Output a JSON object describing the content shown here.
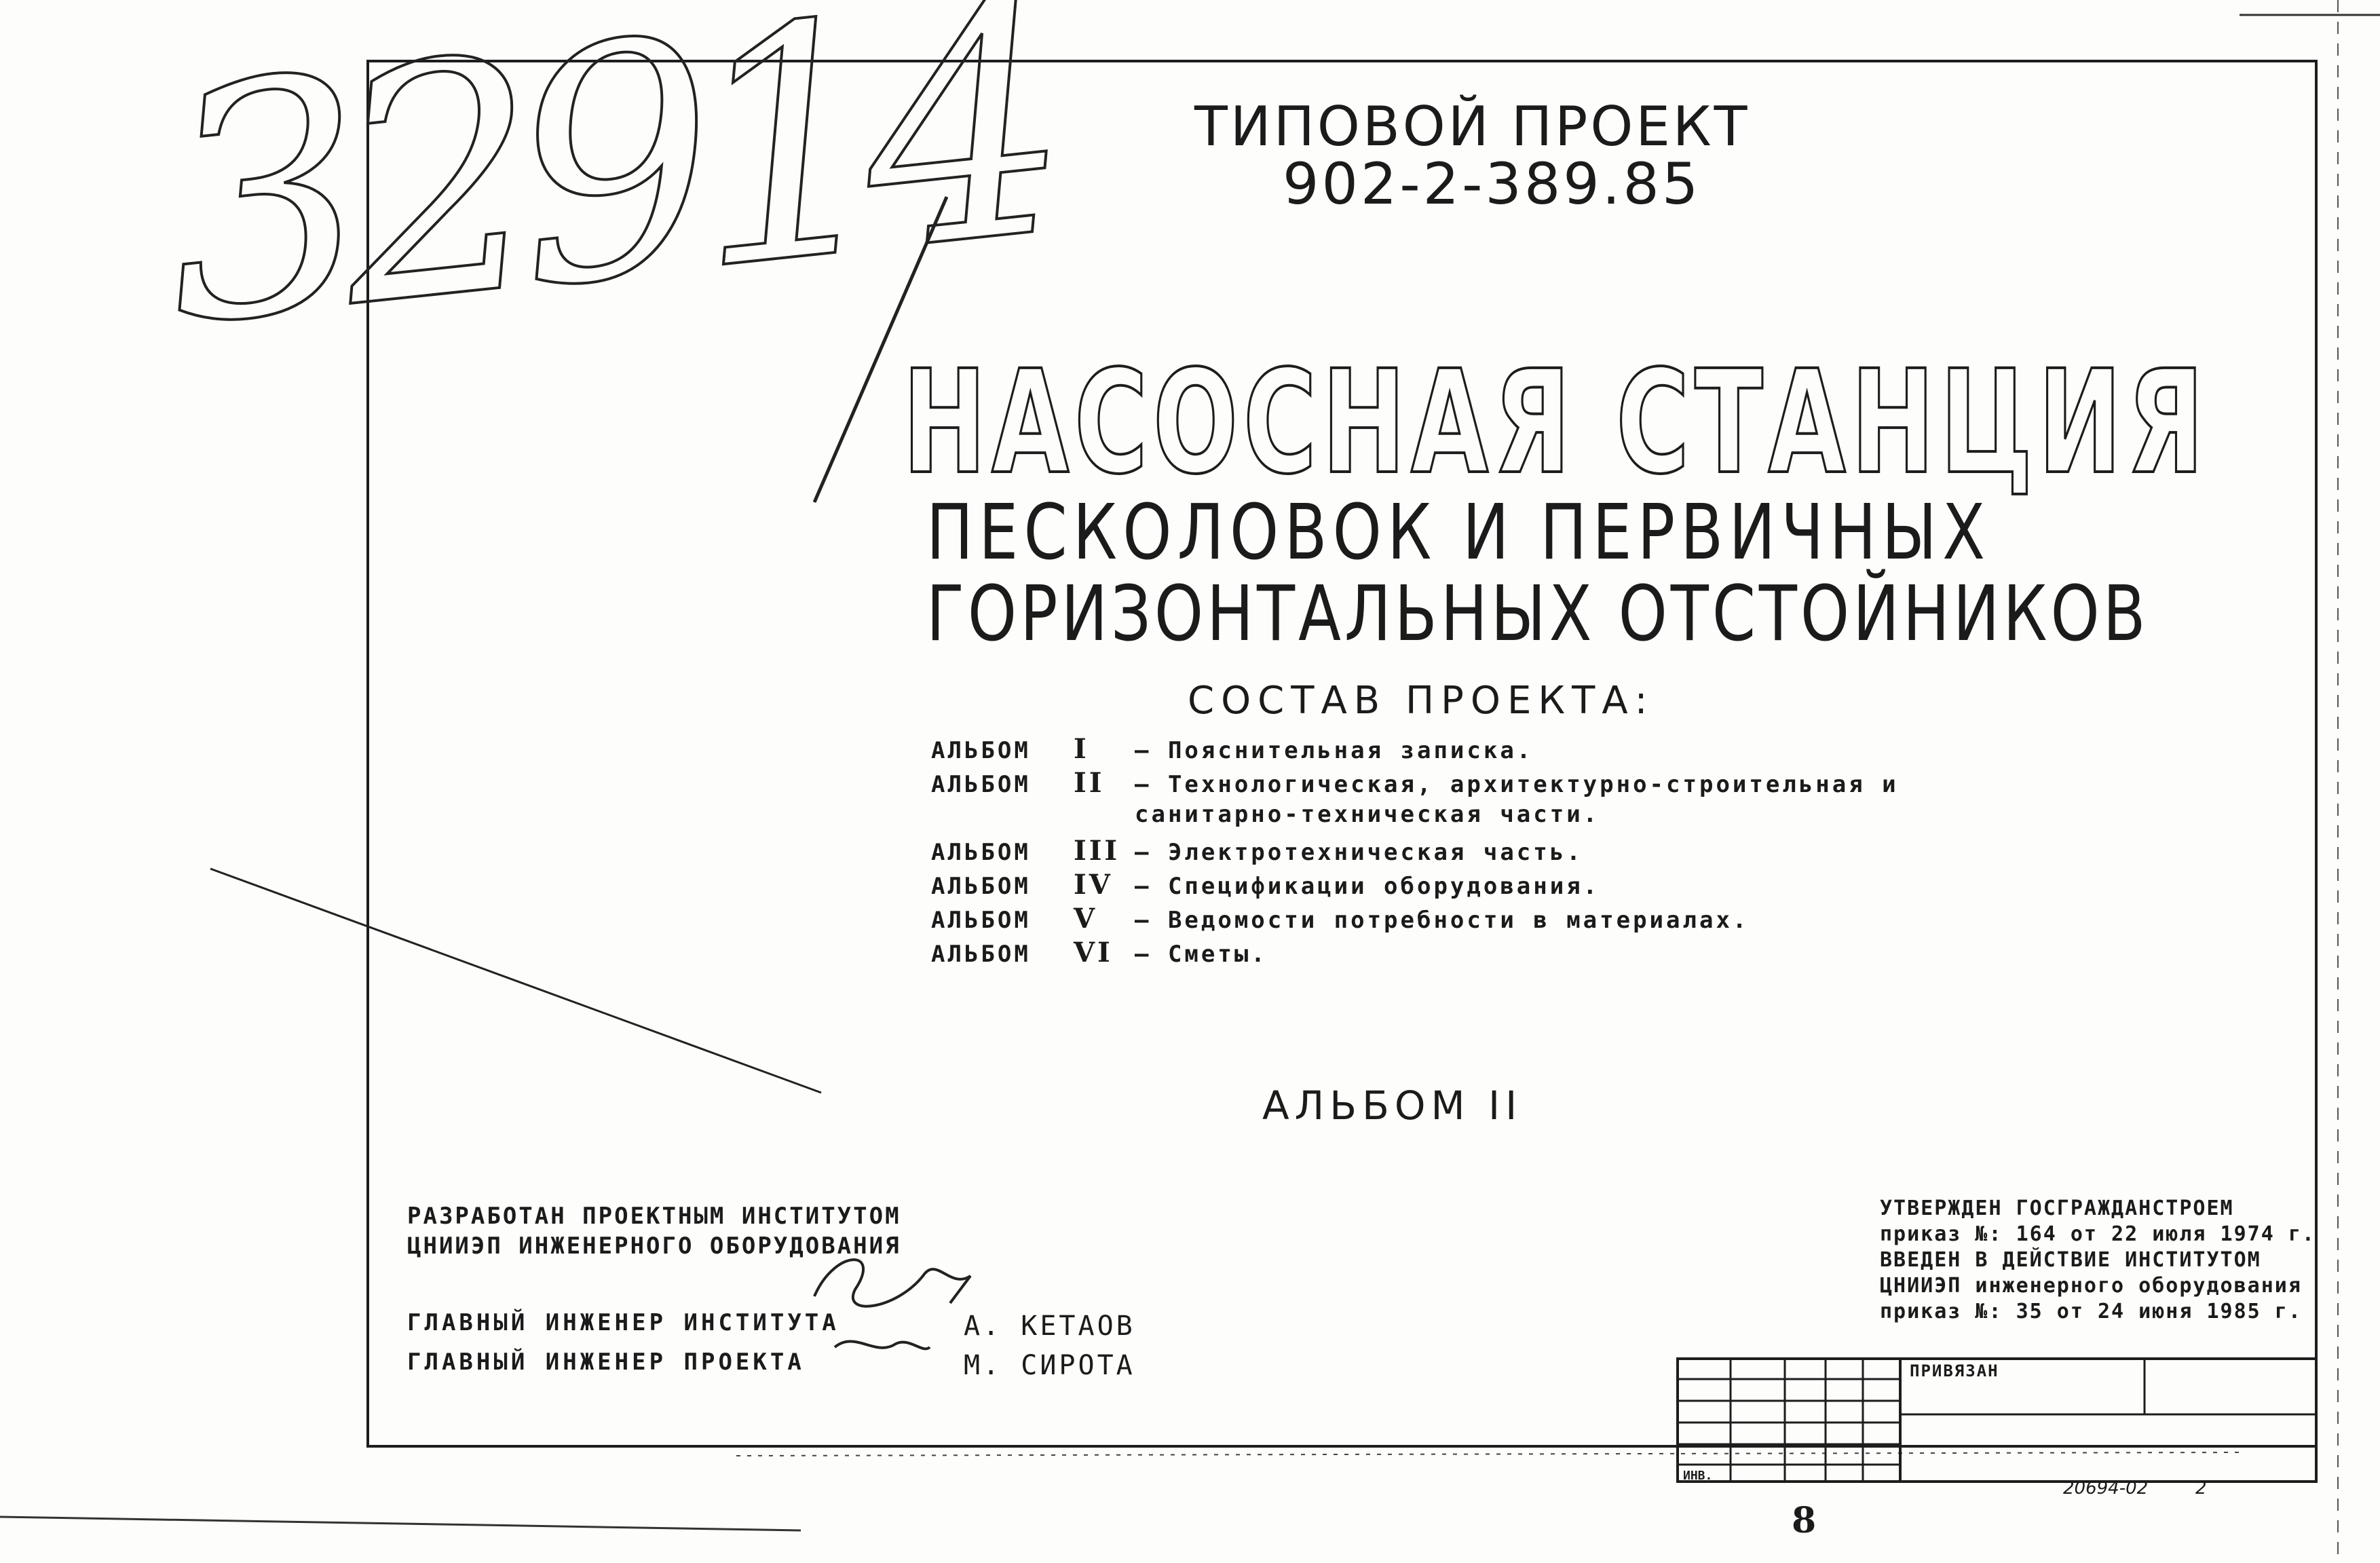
{
  "handwritten_number": "32914",
  "header": {
    "line1": "ТИПОВОЙ ПРОЕКТ",
    "line2": "902-2-389.85"
  },
  "title": "НАСОСНАЯ СТАНЦИЯ",
  "subtitle": {
    "line1": "ПЕСКОЛОВОК И ПЕРВИЧНЫХ",
    "line2": "ГОРИЗОНТАЛЬНЫХ ОТСТОЙНИКОВ"
  },
  "composition": {
    "heading": "СОСТАВ ПРОЕКТА:",
    "albums": [
      {
        "label": "АЛЬБОМ",
        "num": "I",
        "text": "– Пояснительная записка."
      },
      {
        "label": "АЛЬБОМ",
        "num": "II",
        "text": "– Технологическая, архитектурно-строительная и"
      },
      {
        "label": "",
        "num": "",
        "text": "санитарно-техническая части."
      },
      {
        "label": "АЛЬБОМ",
        "num": "III",
        "text": "– Электротехническая часть."
      },
      {
        "label": "АЛЬБОМ",
        "num": "IV",
        "text": "– Спецификации оборудования."
      },
      {
        "label": "АЛЬБОМ",
        "num": "V",
        "text": "– Ведомости потребности в материалах."
      },
      {
        "label": "АЛЬБОМ",
        "num": "VI",
        "text": "– Сметы."
      }
    ]
  },
  "current_album": "АЛЬБОМ II",
  "developer": {
    "line1": "РАЗРАБОТАН ПРОЕКТНЫМ ИНСТИТУТОМ",
    "line2": "ЦНИИЭП ИНЖЕНЕРНОГО ОБОРУДОВАНИЯ"
  },
  "chiefs": {
    "role1": "ГЛАВНЫЙ ИНЖЕНЕР ИНСТИТУТА",
    "role2": "ГЛАВНЫЙ ИНЖЕНЕР ПРОЕКТА",
    "name1": "А. КЕТАОВ",
    "name2": "М. СИРОТА"
  },
  "approval": {
    "line1": "УТВЕРЖДЕН ГОСГРАЖДАНСТРОЕМ",
    "line2": "приказ №: 164 от 22 июля 1974 г.",
    "line3": "ВВЕДЕН В ДЕЙСТВИЕ ИНСТИТУТОМ",
    "line4": "ЦНИИЭП инженерного оборудования",
    "line5": "приказ №: 35 от 24 июня 1985 г."
  },
  "stamp": {
    "label_bound": "ПРИВЯЗАН",
    "label_inv": "ИНВ."
  },
  "bottom_code": "20694-02",
  "bottom_sheet": "2",
  "page_mark": "8"
}
